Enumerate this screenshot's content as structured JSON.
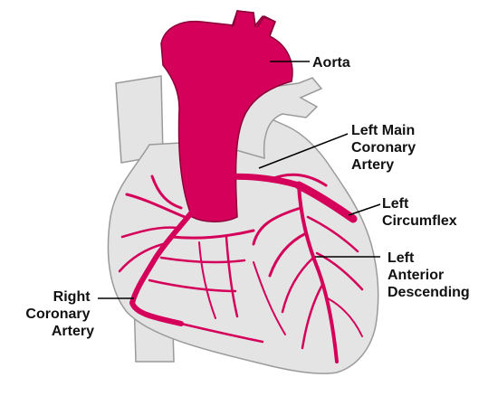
{
  "colors": {
    "artery": "#d4005a",
    "artery_dark": "#8a0038",
    "heart": "#e4e4e4",
    "heart_outline": "#9a9a9a",
    "leader": "#000000",
    "text": "#111111"
  },
  "labels": {
    "aorta": [
      "Aorta"
    ],
    "left_main": [
      "Left Main",
      "Coronary",
      "Artery"
    ],
    "left_circumflex": [
      "Left",
      "Circumflex"
    ],
    "lad": [
      "Left",
      "Anterior",
      "Descending"
    ],
    "right_coronary": [
      "Right",
      "Coronary",
      "Artery"
    ]
  }
}
